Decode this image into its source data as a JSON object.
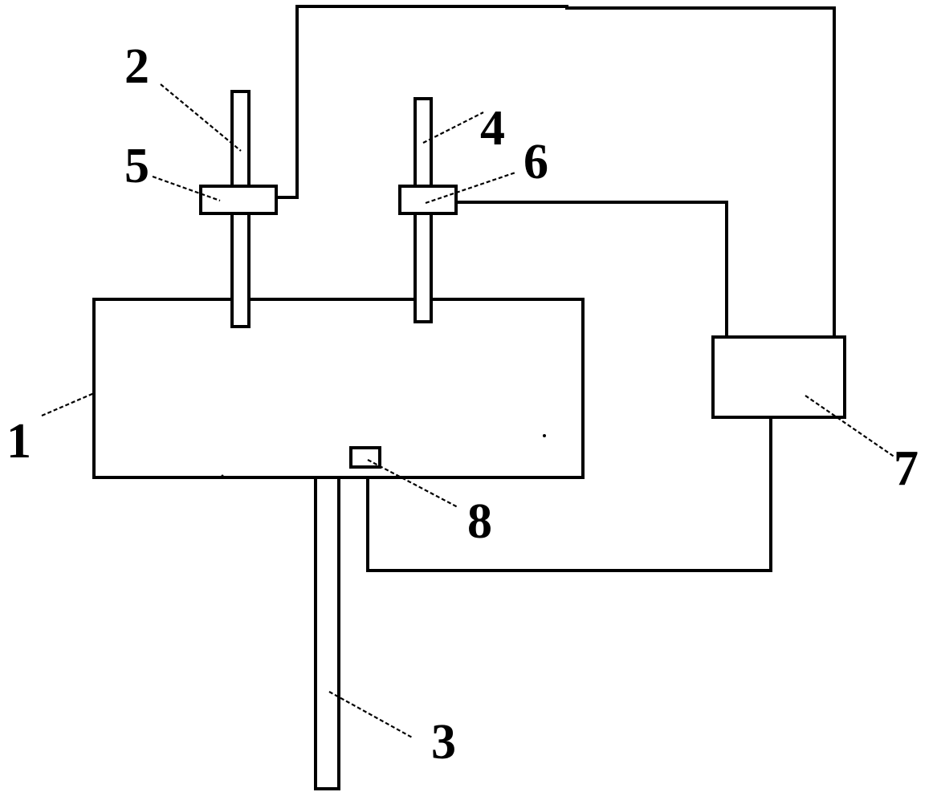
{
  "labels": {
    "container": "1",
    "inlet_pipe": "2",
    "outlet_pipe": "3",
    "vent_pipe": "4",
    "inlet_valve": "5",
    "vent_valve": "6",
    "controller": "7",
    "sensor": "8"
  },
  "colors": {
    "line": "#000000",
    "background": "#ffffff"
  }
}
